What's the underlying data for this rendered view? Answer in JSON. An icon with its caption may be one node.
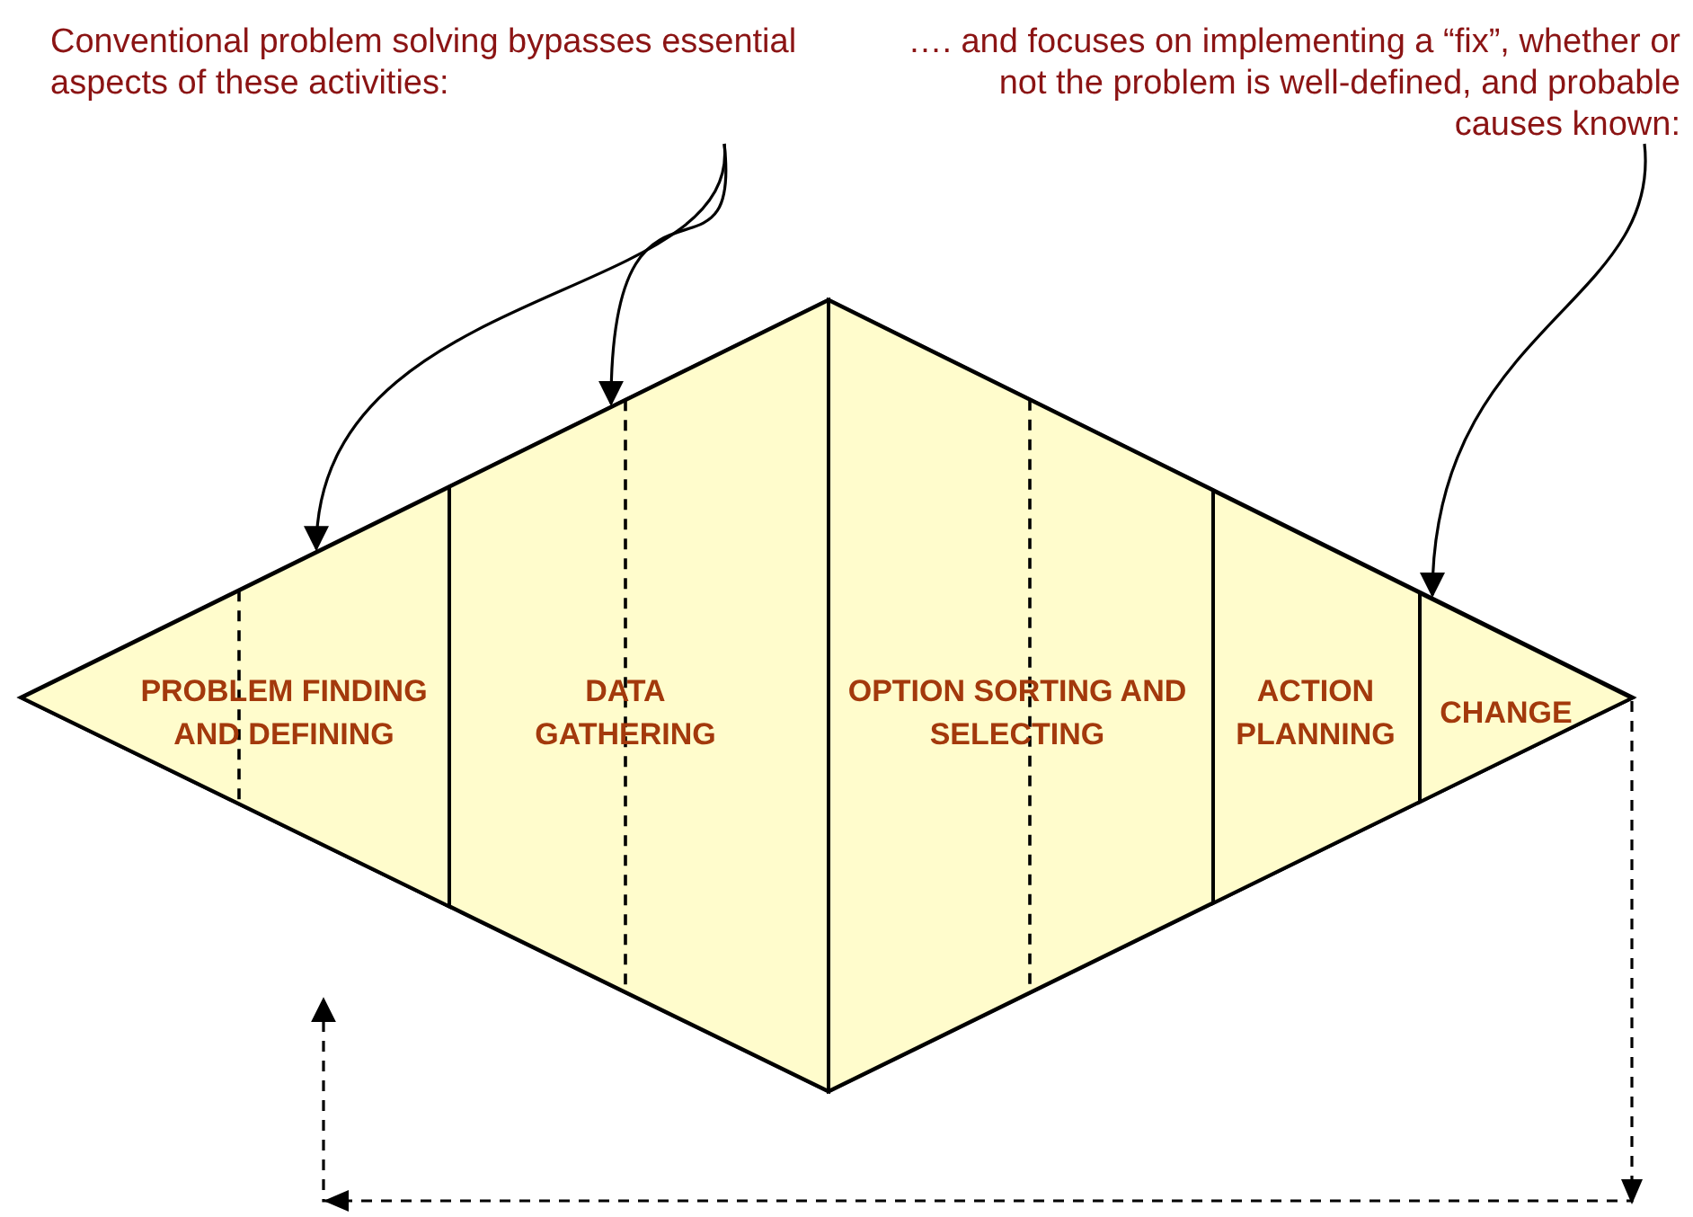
{
  "diagram": {
    "nodes": [
      {
        "text": [
          "Conventional problem solving bypasses essential aspects of these activities:"
        ]
      },
      {
        "text": [
          "…. and focuses on implementing a “fix”, whether or not the problem is well-defined, and probable causes known:"
        ]
      },
      {
        "text": [],
        "shape": "diamond"
      },
      {
        "text": [
          "PROBLEM FINDING AND DEFINING"
        ],
        "in": 2
      },
      {
        "text": [
          "DATA GATHERING"
        ],
        "in": 2
      },
      {
        "text": [
          "OPTION SORTING AND SELECTING"
        ],
        "in": 2
      },
      {
        "text": [
          "ACTION PLANNING"
        ],
        "in": 2
      },
      {
        "text": [
          "CHANGE"
        ],
        "in": 2
      }
    ],
    "edges": [
      {
        "from": 0,
        "to": 3,
        "arrow": "to"
      },
      {
        "from": 0,
        "to": 4,
        "arrow": "to"
      },
      {
        "from": 1,
        "to": 7,
        "arrow": "to"
      },
      {
        "from": 7,
        "to": null,
        "arrow": "to",
        "style": "dashed"
      }
    ]
  }
}
